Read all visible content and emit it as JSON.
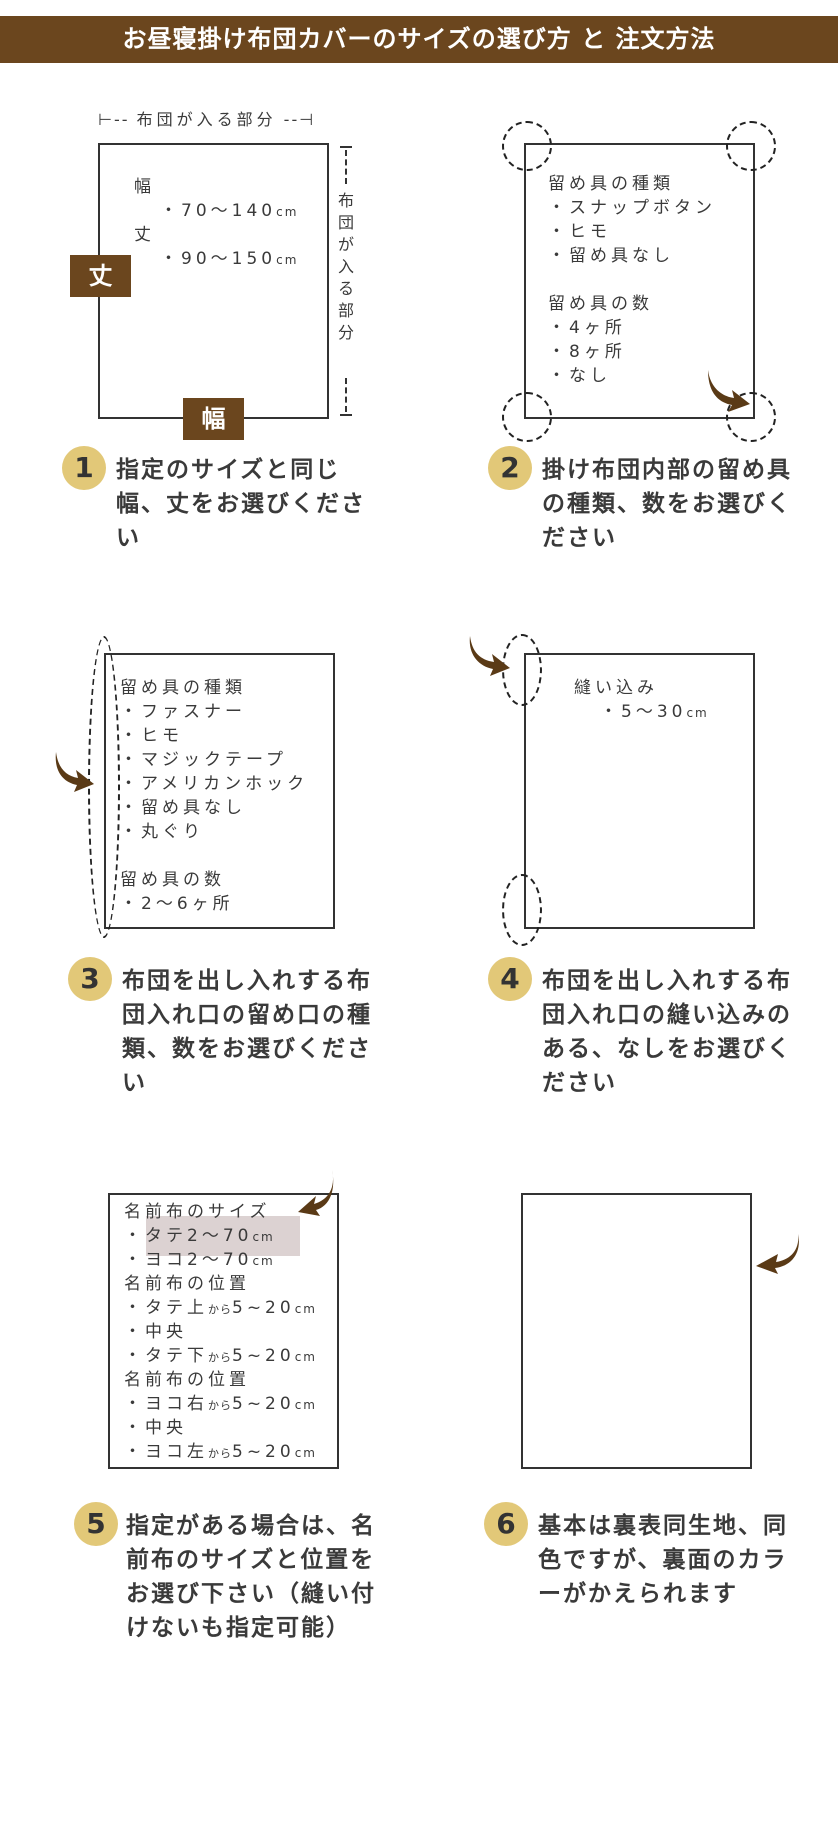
{
  "header": {
    "title": "お昼寝掛け布団カバーのサイズの選び方 と 注文方法"
  },
  "colors": {
    "brand": "#6b461e",
    "badge": "#e2c878",
    "line": "#333333",
    "highlight": "#dcd2d2"
  },
  "step1": {
    "dim_top": "布団が入る部分",
    "dim_right": [
      "布",
      "団",
      "が",
      "入",
      "る",
      "部",
      "分"
    ],
    "width_label": "幅",
    "width_range": "・70～140",
    "length_label": "丈",
    "length_range": "・90～150",
    "unit": "cm",
    "tag_length": "丈",
    "tag_width": "幅",
    "badge": "1",
    "text": "指定のサイズと同じ幅、丈をお選びください"
  },
  "step2": {
    "types_heading": "留め具の種類",
    "types": [
      "・スナップボタン",
      "・ヒモ",
      "・留め具なし"
    ],
    "count_heading": "留め具の数",
    "counts": [
      "・4ヶ所",
      "・8ヶ所",
      "・なし"
    ],
    "badge": "2",
    "text": "掛け布団内部の留め具の種類、数をお選びください"
  },
  "step3": {
    "types_heading": "留め具の種類",
    "types": [
      "・ファスナー",
      "・ヒモ",
      "・マジックテープ",
      "・アメリカンホック",
      "・留め具なし",
      "・丸ぐり"
    ],
    "count_heading": "留め具の数",
    "counts": [
      "・2～6ヶ所"
    ],
    "badge": "3",
    "text": "布団を出し入れする布団入れ口の留め口の種類、数をお選びください"
  },
  "step4": {
    "heading": "縫い込み",
    "range": "・5～30",
    "unit": "cm",
    "badge": "4",
    "text": "布団を出し入れする布団入れ口の縫い込みのある、なしをお選びください"
  },
  "step5": {
    "size_heading": "名前布のサイズ",
    "size_tate": "・タテ2～70",
    "size_yoko": "・ヨコ2～70",
    "unit": "cm",
    "pos_heading_1": "名前布の位置",
    "pos_v": [
      {
        "pre": "・タテ上",
        "kara": "から",
        "range": "5~20"
      },
      {
        "pre": "・中央"
      },
      {
        "pre": "・タテ下",
        "kara": "から",
        "range": "5~20"
      }
    ],
    "pos_heading_2": "名前布の位置",
    "pos_h": [
      {
        "pre": "・ヨコ右",
        "kara": "から",
        "range": "5~20"
      },
      {
        "pre": "・中央"
      },
      {
        "pre": "・ヨコ左",
        "kara": "から",
        "range": "5~20"
      }
    ],
    "badge": "5",
    "text": "指定がある場合は、名前布のサイズと位置をお選び下さい（縫い付けないも指定可能）"
  },
  "step6": {
    "badge": "6",
    "text": "基本は裏表同生地、同色ですが、裏面のカラーがかえられます"
  }
}
